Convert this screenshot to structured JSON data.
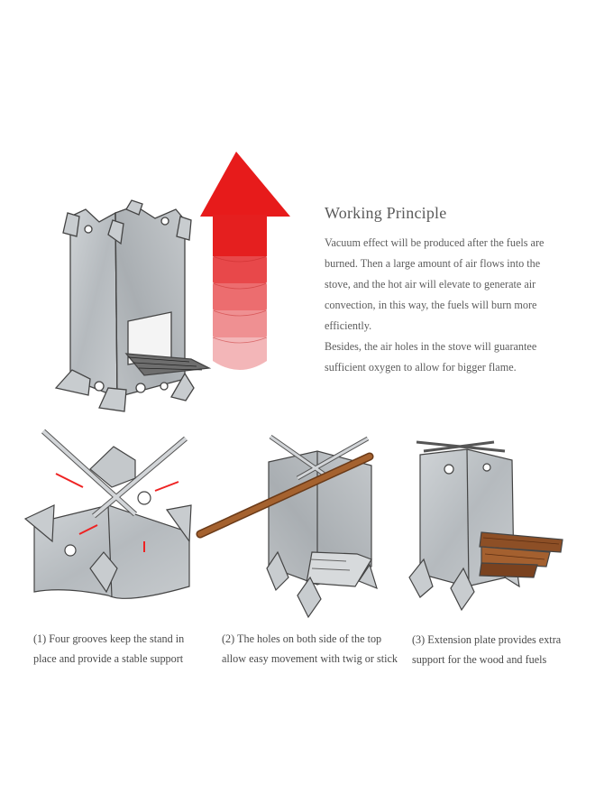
{
  "principle": {
    "title": "Working Principle",
    "paragraph1": "Vacuum effect will be produced after the fuels are burned. Then a large amount of air flows into the stove, and the hot air will elevate to generate air convection, in this way, the fuels will burn more efficiently.",
    "paragraph2": "Besides, the air holes in the stove will guarantee sufficient oxygen to allow for bigger flame."
  },
  "captions": [
    {
      "line1": "(1) Four grooves keep the stand in",
      "line2": "place and provide a stable support"
    },
    {
      "line1": "(2) The holes on both side of the top",
      "line2": "allow easy movement with twig or stick"
    },
    {
      "line1": "(3) Extension plate provides extra",
      "line2": "support for the wood and fuels"
    }
  ],
  "colors": {
    "steel": "#b9bec2",
    "steel_dark": "#8e9397",
    "outline": "#444444",
    "arrow_red": "#e81b1b",
    "wood": "#9b5a2c"
  }
}
